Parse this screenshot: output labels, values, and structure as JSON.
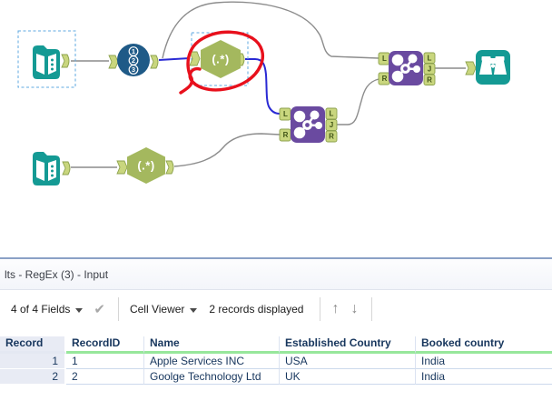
{
  "workflow": {
    "regex_label": "(.*)",
    "recordid_digits": [
      "1",
      "2",
      "3"
    ],
    "anchor_labels": {
      "L": "L",
      "J": "J",
      "R": "R"
    },
    "tools": [
      {
        "id": "input-data-1",
        "type": "Input Data",
        "selected": true
      },
      {
        "id": "record-id-1",
        "type": "Record ID"
      },
      {
        "id": "regex-3",
        "type": "RegEx",
        "selected": true,
        "annotated": "red-circle"
      },
      {
        "id": "input-data-2",
        "type": "Input Data"
      },
      {
        "id": "regex-2",
        "type": "RegEx"
      },
      {
        "id": "join-2",
        "type": "Join"
      },
      {
        "id": "join-1",
        "type": "Join"
      },
      {
        "id": "browse-1",
        "type": "Browse"
      }
    ]
  },
  "results_panel": {
    "title": "lts - RegEx (3) - Input",
    "toolbar": {
      "fields_dropdown": "4 of 4 Fields",
      "cell_viewer_dropdown": "Cell Viewer",
      "records_status": "2 records displayed",
      "up_arrow": "↑",
      "down_arrow": "↓",
      "apply_check": "✔"
    },
    "table": {
      "columns": [
        "Record",
        "RecordID",
        "Name",
        "Established Country",
        "Booked country"
      ],
      "rows": [
        [
          "1",
          "1",
          "Apple Services INC",
          "USA",
          "India"
        ],
        [
          "2",
          "2",
          "Goolge Technology Ltd",
          "UK",
          "India"
        ]
      ]
    }
  },
  "colors": {
    "tool_teal": "#149a94",
    "tool_navy": "#1f5a87",
    "tool_olive": "#a4b85e",
    "tool_purple": "#6a4aa0",
    "anchor_olive": "#c9d67e",
    "connection_blue": "#2a2ad4",
    "connection_gray": "#8c8c8c",
    "annotation_red": "#e8101c",
    "header_underline_green": "#97e79b",
    "record_column_bg": "#e8ebf4"
  }
}
